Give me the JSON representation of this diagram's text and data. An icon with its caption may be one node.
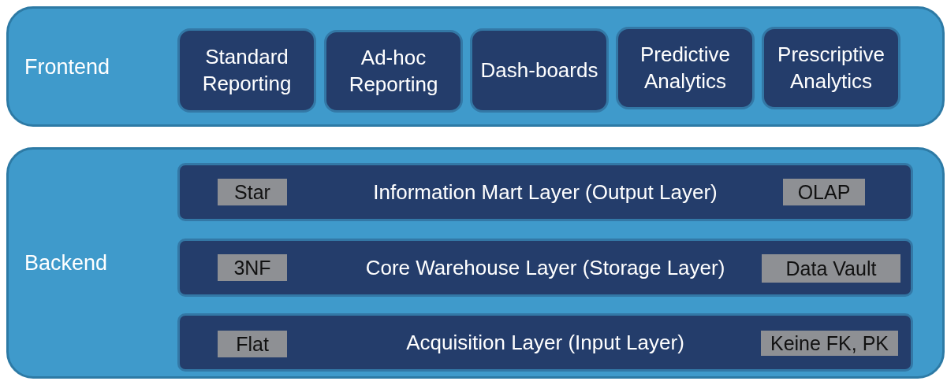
{
  "diagram": {
    "nodes": [
      {
        "text": [
          "Frontend"
        ]
      },
      {
        "text": [
          "Standard Reporting"
        ],
        "in": 0
      },
      {
        "text": [
          "Ad-hoc Reporting"
        ],
        "in": 0
      },
      {
        "text": [
          "Dash-boards"
        ],
        "in": 0
      },
      {
        "text": [
          "Predictive Analytics"
        ],
        "in": 0
      },
      {
        "text": [
          "Prescriptive Analytics"
        ],
        "in": 0
      },
      {
        "text": [
          "Backend"
        ]
      },
      {
        "text": [
          "Information Mart Layer (Output Layer)"
        ],
        "in": 6
      },
      {
        "text": [
          "Star"
        ],
        "in": 7
      },
      {
        "text": [
          "OLAP"
        ],
        "in": 7
      },
      {
        "text": [
          "Core Warehouse Layer (Storage Layer)"
        ],
        "in": 6
      },
      {
        "text": [
          "3NF"
        ],
        "in": 10
      },
      {
        "text": [
          "Data Vault"
        ],
        "in": 10
      },
      {
        "text": [
          "Acquisition Layer (Input Layer)"
        ],
        "in": 6
      },
      {
        "text": [
          "Flat"
        ],
        "in": 13
      },
      {
        "text": [
          "Keine FK, PK"
        ],
        "in": 13
      }
    ],
    "edges": []
  }
}
